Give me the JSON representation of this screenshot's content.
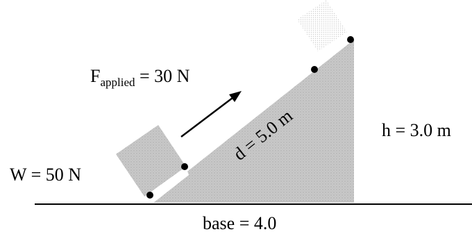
{
  "diagram": {
    "force_label": {
      "symbol": "F",
      "subscript": "applied",
      "value": " = 30 N"
    },
    "weight_label": "W = 50 N",
    "distance_label": "d = 5.0 m",
    "height_label": "h = 3.0 m",
    "base_label": "base = 4.0",
    "colors": {
      "incline": "#c8c8c8",
      "block": "#c0c0c0",
      "line": "#000000",
      "dot": "#000000"
    }
  }
}
